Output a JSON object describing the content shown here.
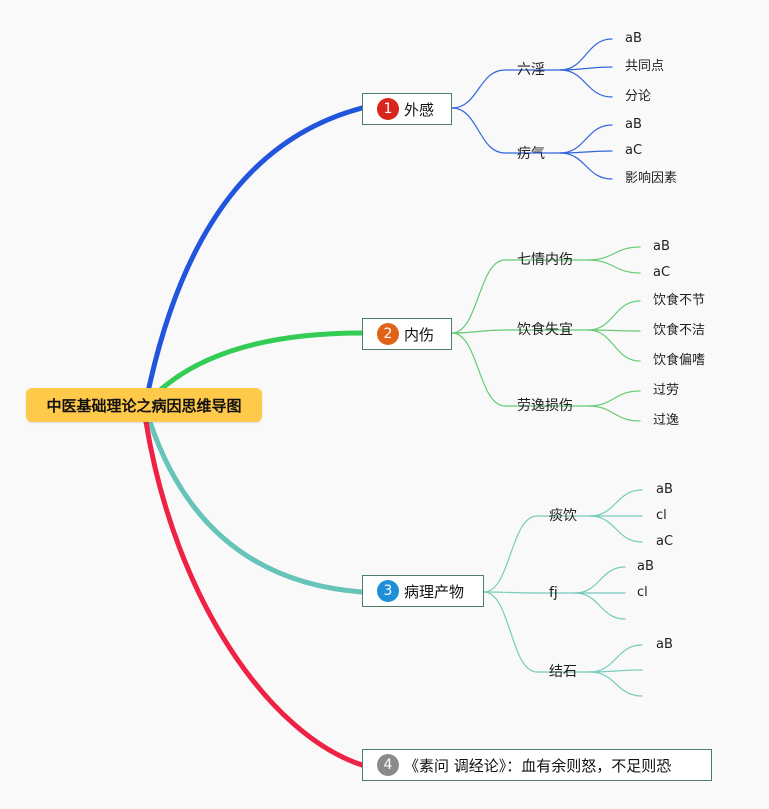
{
  "root": {
    "label": "中医基础理论之病因思维导图",
    "color": "#ffc94a"
  },
  "branches": [
    {
      "number": "1",
      "label": "外感",
      "badge_color": "#d9261c",
      "line_color": "#2255dd",
      "sub_color": "#3366dd",
      "children": [
        {
          "label": "六淫",
          "leaves": [
            "aB",
            "共同点",
            "分论"
          ]
        },
        {
          "label": "疠气",
          "leaves": [
            "aB",
            "aC",
            "影响因素"
          ]
        }
      ]
    },
    {
      "number": "2",
      "label": "内伤",
      "badge_color": "#e0631a",
      "line_color": "#33cc55",
      "sub_color": "#66cc77",
      "children": [
        {
          "label": "七情内伤",
          "leaves": [
            "aB",
            "aC"
          ]
        },
        {
          "label": "饮食失宜",
          "leaves": [
            "饮食不节",
            "饮食不洁",
            "饮食偏嗜"
          ]
        },
        {
          "label": "劳逸损伤",
          "leaves": [
            "过劳",
            "过逸"
          ]
        }
      ]
    },
    {
      "number": "3",
      "label": "病理产物",
      "badge_color": "#1e8fd8",
      "line_color": "#66c4b8",
      "sub_color": "#77ccbb",
      "children": [
        {
          "label": "痰饮",
          "leaves": [
            "aB",
            "cl",
            "aC"
          ]
        },
        {
          "label": "fj",
          "leaves": [
            "aB",
            "cl",
            ""
          ]
        },
        {
          "label": "结石",
          "leaves": [
            "aB",
            "",
            ""
          ]
        }
      ]
    },
    {
      "number": "4",
      "label": "《素问 调经论》：血有余则怒，不足则恐",
      "badge_color": "#8a8a8a",
      "line_color": "#ee2244",
      "sub_color": "#ee2244",
      "children": []
    }
  ]
}
